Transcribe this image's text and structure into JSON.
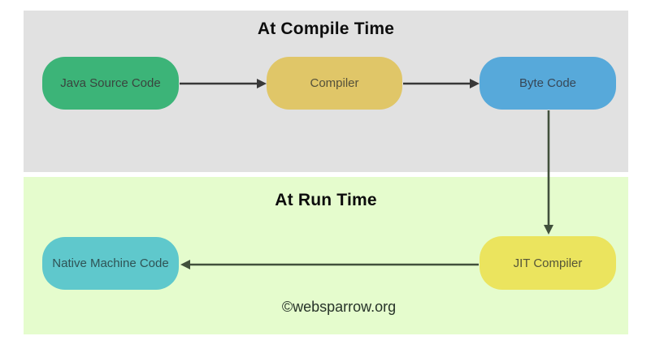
{
  "diagram": {
    "sections": [
      {
        "title": "At Compile Time",
        "bg": "#e1e1e1"
      },
      {
        "title": "At Run Time",
        "bg": "#e5fccd"
      }
    ],
    "nodes": [
      {
        "label": "Java Source Code",
        "fill": "#3cb478",
        "text_color": "#3a443e"
      },
      {
        "label": "Compiler",
        "fill": "#e0c668",
        "text_color": "#54503a"
      },
      {
        "label": "Byte Code",
        "fill": "#57a9da",
        "text_color": "#374757"
      },
      {
        "label": "JIT Compiler",
        "fill": "#ebe45e",
        "text_color": "#555538"
      },
      {
        "label": "Native Machine Code",
        "fill": "#5fc8cc",
        "text_color": "#2f5355"
      }
    ],
    "arrows": [
      {
        "from": "Java Source Code",
        "to": "Compiler",
        "direction": "right"
      },
      {
        "from": "Compiler",
        "to": "Byte Code",
        "direction": "right"
      },
      {
        "from": "Byte Code",
        "to": "JIT Compiler",
        "direction": "down"
      },
      {
        "from": "JIT Compiler",
        "to": "Native Machine Code",
        "direction": "left"
      }
    ],
    "colors": {
      "arrow_top": "#383838",
      "arrow_bottom": "#41503c",
      "title_text": "#0d0d0d",
      "footer_text": "#273329"
    },
    "footer": "©websparrow.org"
  }
}
